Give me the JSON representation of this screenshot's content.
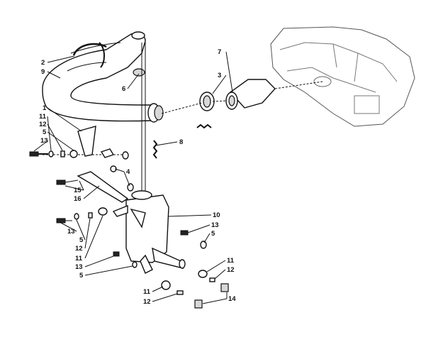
{
  "diagram": {
    "callouts": {
      "c1": "1",
      "c2": "2",
      "c3": "3",
      "c4": "4",
      "c5a": "5",
      "c5b": "5",
      "c5c": "5",
      "c5d": "5",
      "c6": "6",
      "c7": "7",
      "c8": "8",
      "c9": "9",
      "c10": "10",
      "c11a": "11",
      "c11b": "11",
      "c11c": "11",
      "c11d": "11",
      "c12a": "12",
      "c12b": "12",
      "c12c": "12",
      "c12d": "12",
      "c13a": "13",
      "c13b": "13",
      "c13c": "13",
      "c13d": "13",
      "c14": "14",
      "c15": "15",
      "c16": "16"
    }
  }
}
